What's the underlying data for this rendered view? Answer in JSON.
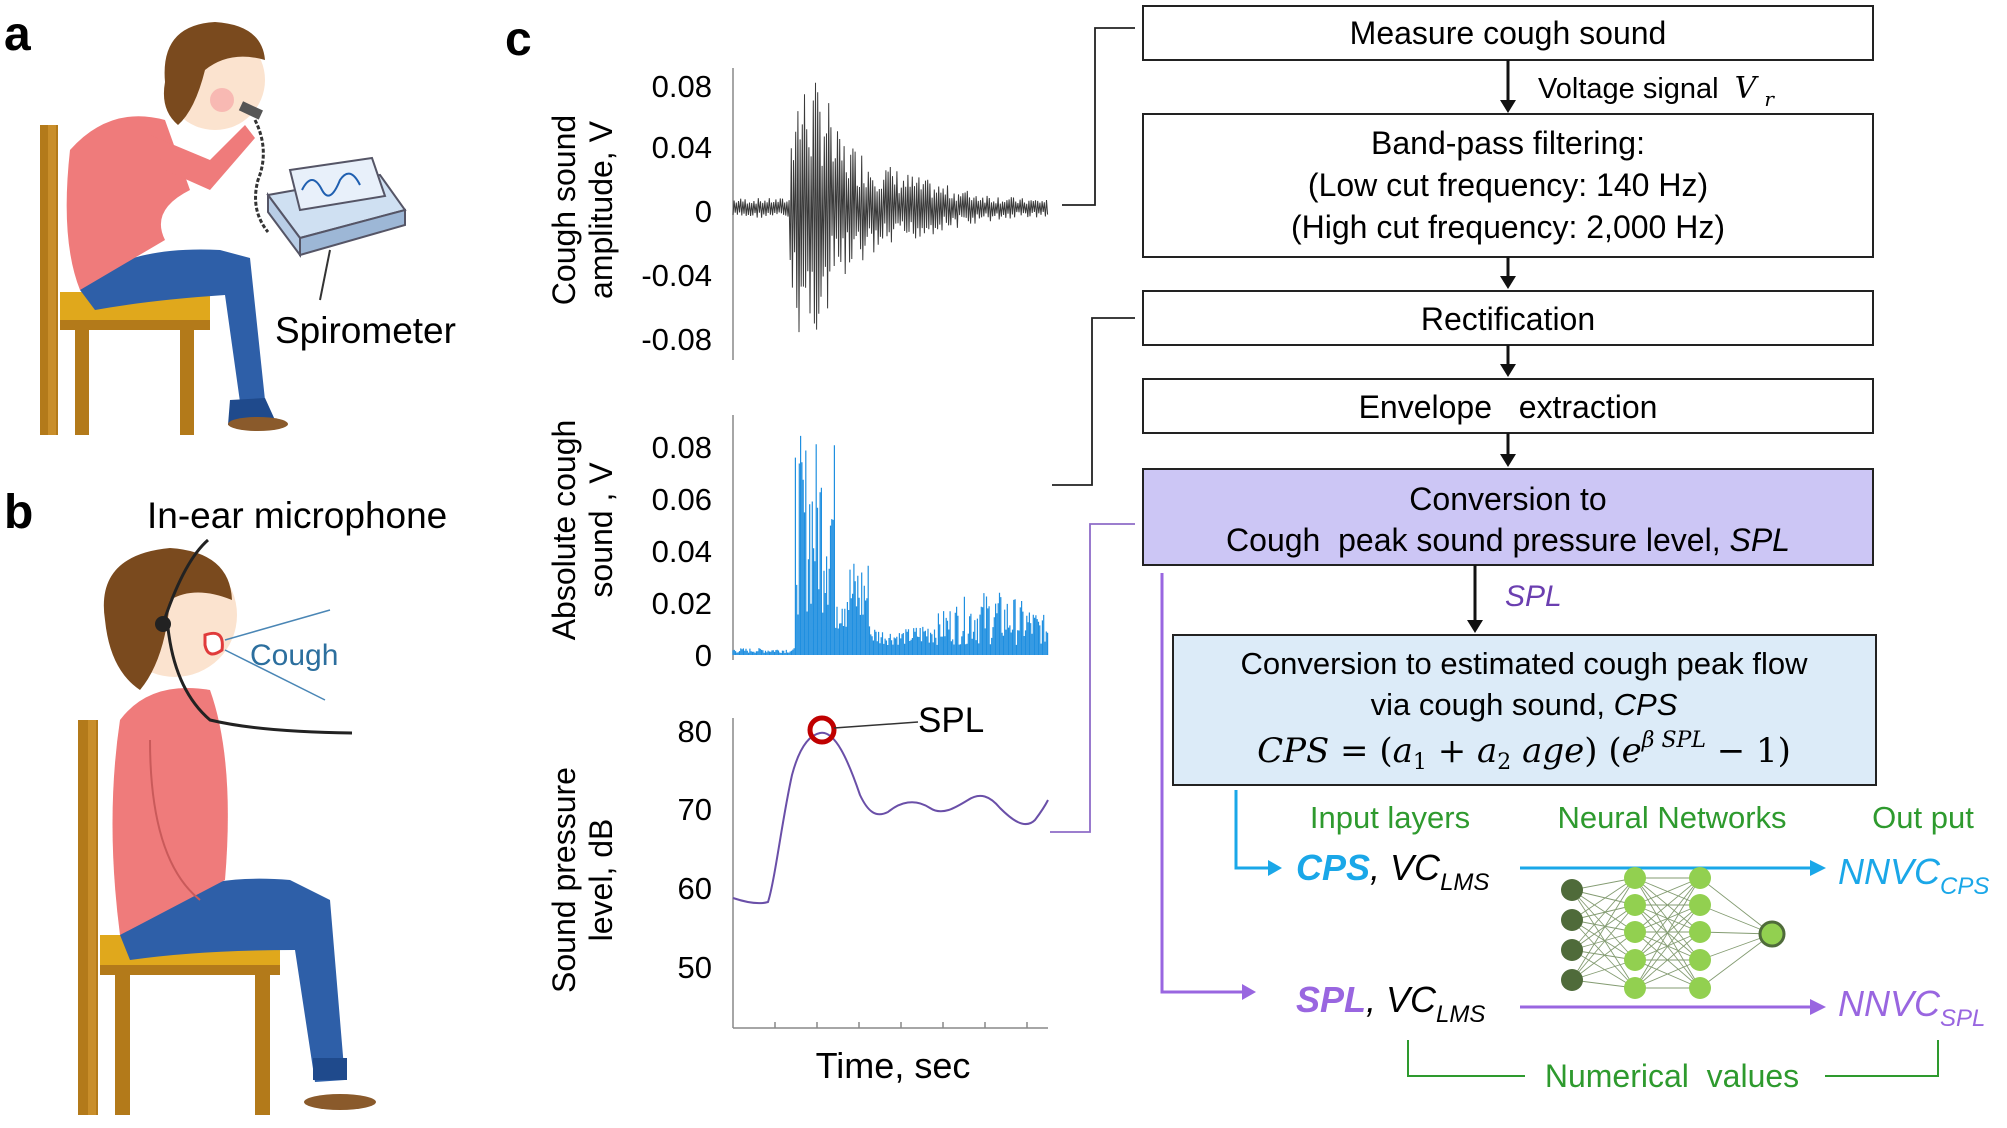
{
  "panels": {
    "a": {
      "label": "a",
      "device_label": "Spirometer"
    },
    "b": {
      "label": "b",
      "mic_label": "In-ear microphone",
      "cough_label": "Cough"
    },
    "c": {
      "label": "c"
    }
  },
  "plots": {
    "raw": {
      "ylabel_line1": "Cough sound",
      "ylabel_line2": "amplitude, V",
      "ticks": [
        "0.08",
        "0.04",
        "0",
        "-0.04",
        "-0.08"
      ]
    },
    "abs": {
      "ylabel_line1": "Absolute cough",
      "ylabel_line2": "sound , V",
      "ticks": [
        "0.08",
        "0.06",
        "0.04",
        "0.02",
        "0"
      ]
    },
    "spl": {
      "ylabel_line1": "Sound pressure",
      "ylabel_line2": "level, dB",
      "ticks": [
        "80",
        "70",
        "60",
        "50"
      ],
      "peak_label": "SPL"
    },
    "xlabel": "Time, sec"
  },
  "flow": {
    "measure": "Measure cough sound",
    "voltage_label": "Voltage signal",
    "voltage_symbol": "V",
    "voltage_sub": "r",
    "bandpass_line1": "Band-pass filtering:",
    "bandpass_line2": "(Low cut frequency: 140 Hz)",
    "bandpass_line3": "(High cut frequency: 2,000 Hz)",
    "rectification": "Rectification",
    "envelope": "Envelope   extraction",
    "conversion_line1": "Conversion to",
    "conversion_line2_prefix": "Cough  peak sound pressure level,",
    "conversion_line2_symbol": "SPL",
    "spl_arrow_label": "SPL",
    "cps_line1": "Conversion to estimated cough peak flow",
    "cps_line2_prefix": "via cough sound,",
    "cps_line2_symbol": "CPS",
    "formula": {
      "lhs": "CPS",
      "eq": " = (",
      "a1": "a",
      "a1_sub": "1",
      "plus": " + ",
      "a2": "a",
      "a2_sub": "2",
      "age": " age",
      "mid": ") (",
      "e": "e",
      "exp": "β SPL",
      "tail": " − 1)"
    }
  },
  "network": {
    "input_header": "Input layers",
    "nn_header": "Neural Networks",
    "output_header": "Out put",
    "cps_input": "CPS",
    "vc": "VC",
    "vc_sub": "LMS",
    "spl_input": "SPL",
    "out_cps": "NNVC",
    "out_cps_sub": "CPS",
    "out_spl": "NNVC",
    "out_spl_sub": "SPL",
    "numerical": "Numerical  values"
  },
  "colors": {
    "cps_blue": "#1aa7e8",
    "spl_purple": "#9966e0",
    "green_text": "#2e9a2e",
    "abs_blue": "#1f8fe0",
    "conv_box_fill": "#ccc6f5",
    "cps_box_fill": "#dcebf8",
    "nn_dark": "#4f6b3a",
    "nn_light": "#92d050"
  }
}
